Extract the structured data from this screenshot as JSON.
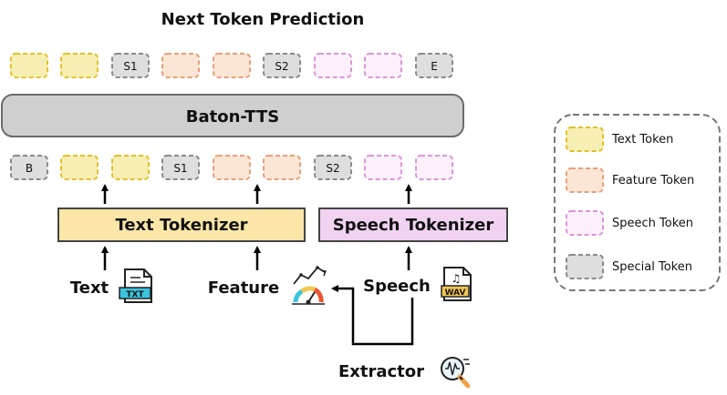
{
  "diagram": {
    "top_title": "Next Token Prediction",
    "model_label": "Baton-TTS",
    "text_tokenizer_label": "Text Tokenizer",
    "speech_tokenizer_label": "Speech Tokenizer",
    "inputs": {
      "text": "Text",
      "feature": "Feature",
      "speech": "Speech",
      "extractor": "Extractor"
    },
    "file_badges": {
      "txt": "TXT",
      "wav": "WAV"
    },
    "output_tokens": {
      "s1": "S1",
      "s2": "S2",
      "end": "E"
    },
    "input_tokens": {
      "begin": "B",
      "s1": "S1",
      "s2": "S2"
    },
    "legend": {
      "text_token": "Text Token",
      "feature_token": "Feature Token",
      "speech_token": "Speech Token",
      "special_token": "Special Token"
    },
    "icons": [
      "txt-file-icon",
      "wav-file-icon",
      "feature-gauge-icon",
      "extractor-magnifier-icon"
    ],
    "colors": {
      "text_token": "#f6eeb2",
      "feature_token": "#fbe6d6",
      "speech_token": "#fcf0fb",
      "special_token": "#dedede",
      "text_tokenizer": "#fbe6a8",
      "speech_tokenizer": "#f1d3f1",
      "model_bar": "#cfcfcf"
    }
  }
}
